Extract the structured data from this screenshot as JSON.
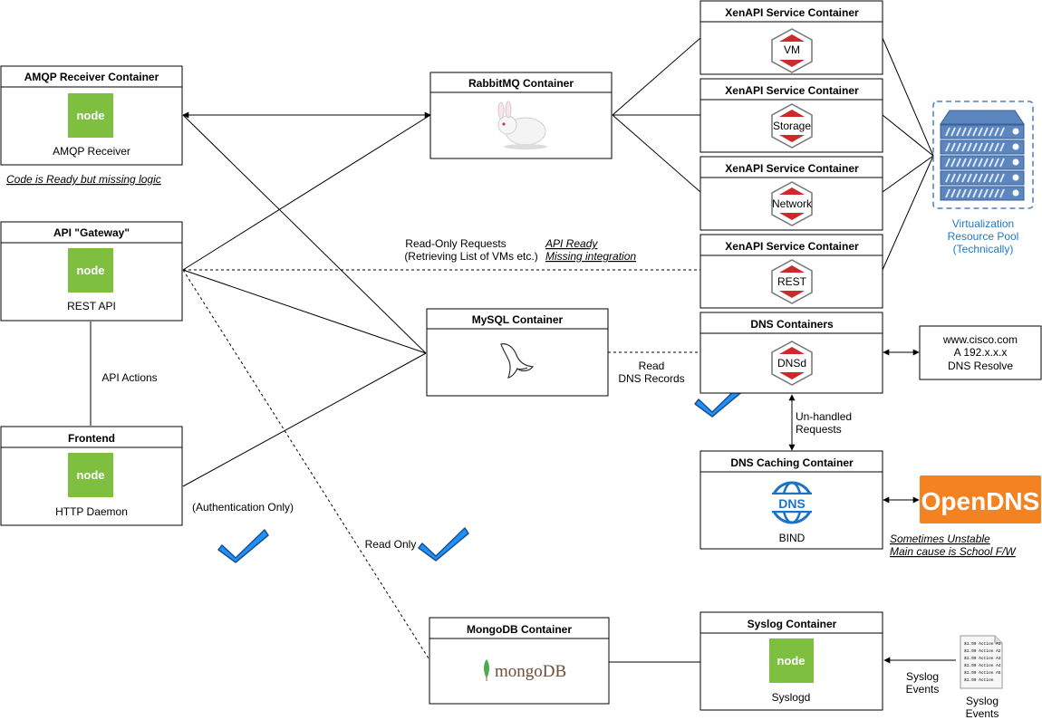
{
  "colors": {
    "node_green": "#7fbf3f",
    "check_blue": "#1e90ff",
    "check_outline": "#1a4f8a",
    "server_blue": "#4a7fc1",
    "opendns_orange": "#f58220",
    "dns_blue": "#1a73c9",
    "hex_red": "#cc2a2a",
    "label_blue": "#1f78c8"
  },
  "containers": {
    "amqp": {
      "title": "AMQP Receiver Container",
      "logo": "node",
      "label": "AMQP Receiver",
      "note": "Code is Ready but missing logic"
    },
    "gateway": {
      "title": "API \"Gateway\"",
      "logo": "node",
      "label": "REST API"
    },
    "frontend": {
      "title": "Frontend",
      "logo": "node",
      "label": "HTTP Daemon"
    },
    "rabbitmq": {
      "title": "RabbitMQ Container"
    },
    "mysql": {
      "title": "MySQL Container"
    },
    "mongodb": {
      "title": "MongoDB Container",
      "logo_text": "mongoDB"
    },
    "xen_vm": {
      "title": "XenAPI Service Container",
      "hex_label": "VM"
    },
    "xen_storage": {
      "title": "XenAPI Service Container",
      "hex_label": "Storage"
    },
    "xen_network": {
      "title": "XenAPI Service Container",
      "hex_label": "Network"
    },
    "xen_rest": {
      "title": "XenAPI Service Container",
      "hex_label": "REST"
    },
    "dns": {
      "title": "DNS Containers",
      "hex_label": "DNSd"
    },
    "dns_cache": {
      "title": "DNS Caching Container",
      "logo_text": "DNS",
      "label": "BIND"
    },
    "syslog": {
      "title": "Syslog Container",
      "logo": "node",
      "label": "Syslogd"
    }
  },
  "node_logo_text": "node",
  "labels": {
    "read_only_requests_1": "Read-Only Requests",
    "read_only_requests_2": "(Retrieving List of VMs etc.)",
    "api_ready": "API Ready",
    "missing_integration": "Missing integration",
    "api_actions": "API Actions",
    "auth_only": "(Authentication Only)",
    "read_only": "Read Only",
    "read_dns_1": "Read",
    "read_dns_2": "DNS Records",
    "unhandled_1": "Un-handled",
    "unhandled_2": "Requests",
    "syslog_events_1": "Syslog",
    "syslog_events_2": "Events",
    "syslog_file_1": "Syslog",
    "syslog_file_2": "Events"
  },
  "pool": {
    "line1": "Virtualization",
    "line2": "Resource Pool",
    "line3": "(Technically)"
  },
  "dns_resolve": {
    "line1": "www.cisco.com",
    "line2": "A 192.x.x.x",
    "line3": "DNS Resolve"
  },
  "opendns": {
    "text": "OpenDNS",
    "note1": "Sometimes Unstable",
    "note2": "Main cause is School F/W"
  },
  "log_lines": [
    "$1.09 Action A1",
    "$1.09 Action A2",
    "$1.09 Action A3",
    "$1.09 Action A4",
    "$1.09 Action A5",
    "$1.09 Action"
  ]
}
